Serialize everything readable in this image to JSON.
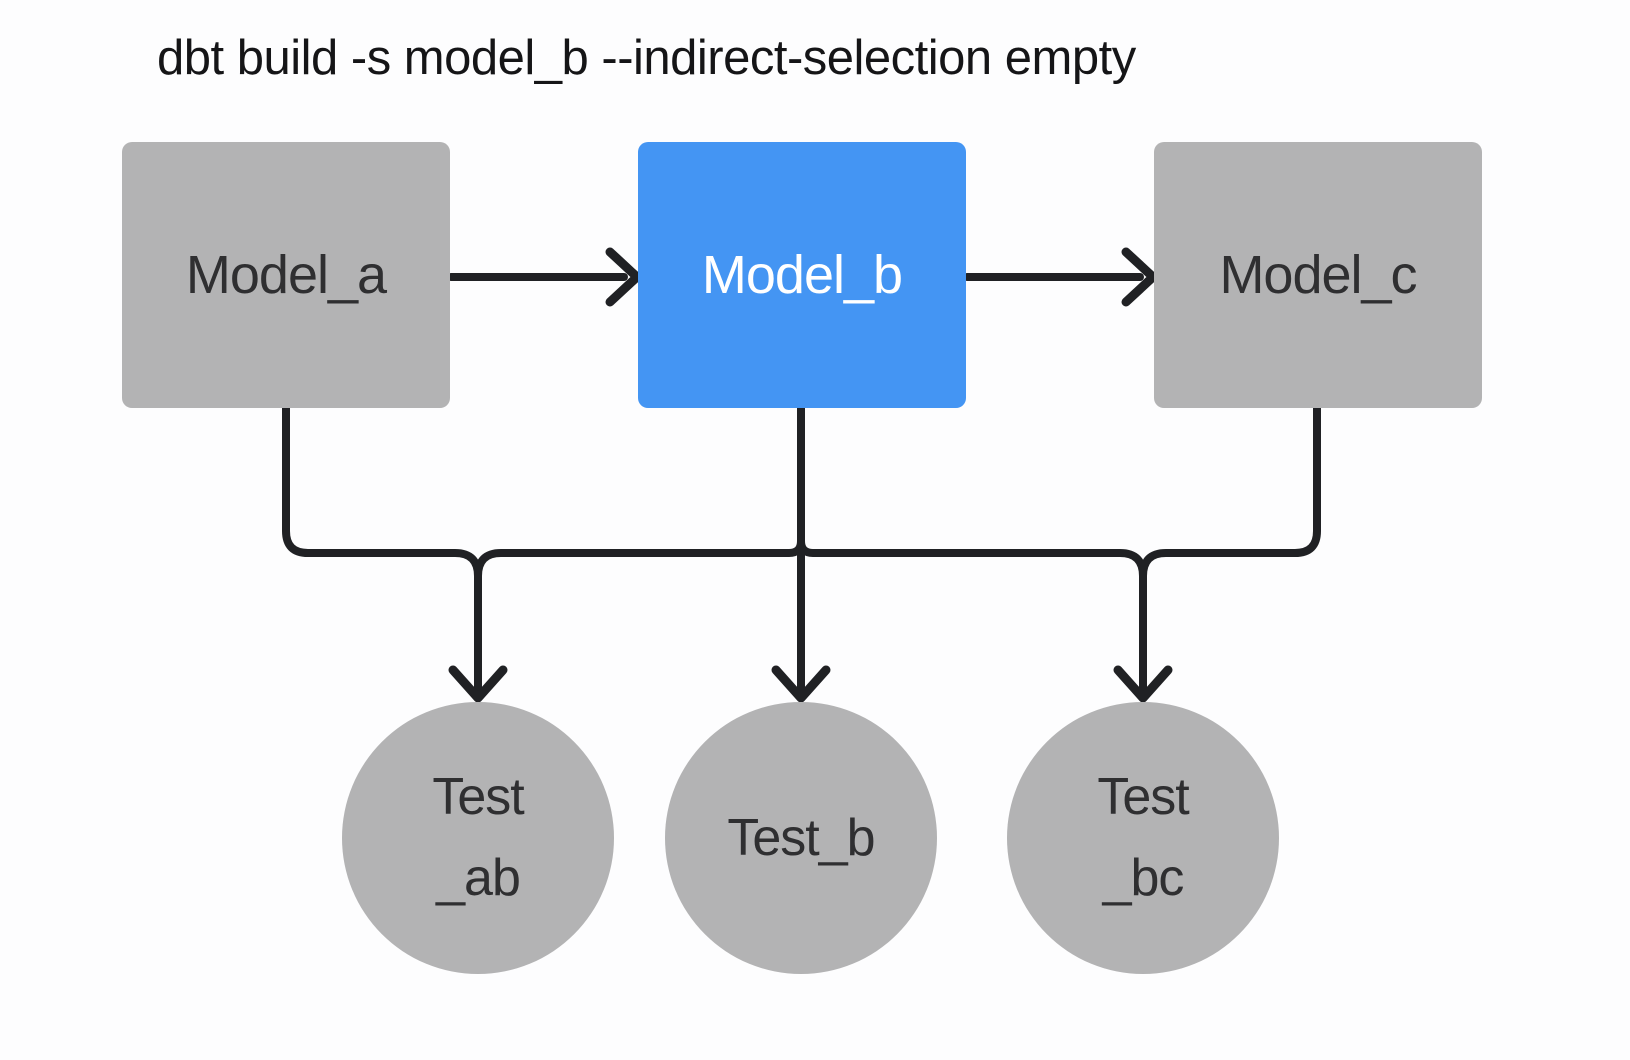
{
  "title": "dbt build -s model_b --indirect-selection empty",
  "colors": {
    "bg_color": "#fdfdfe",
    "title_color": "#151517",
    "edge_color": "#202124",
    "selected_fill": "#4495f3",
    "selected_text": "#ffffff",
    "unselected_fill": "#b3b3b4",
    "unselected_text": "#2f2f31"
  },
  "nodes": {
    "model_a": {
      "label": "Model_a",
      "kind": "model",
      "state": "unselected"
    },
    "model_b": {
      "label": "Model_b",
      "kind": "model",
      "state": "selected"
    },
    "model_c": {
      "label": "Model_c",
      "kind": "model",
      "state": "unselected"
    },
    "test_ab": {
      "label_lines": [
        "Test",
        "_ab"
      ],
      "kind": "test",
      "state": "unselected"
    },
    "test_b": {
      "label": "Test_b",
      "kind": "test",
      "state": "unselected"
    },
    "test_bc": {
      "label_lines": [
        "Test",
        "_bc"
      ],
      "kind": "test",
      "state": "unselected"
    }
  },
  "edges": [
    {
      "from": "model_a",
      "to": "model_b"
    },
    {
      "from": "model_b",
      "to": "model_c"
    },
    {
      "from": "model_a",
      "to": "test_ab"
    },
    {
      "from": "model_b",
      "to": "test_ab"
    },
    {
      "from": "model_b",
      "to": "test_b"
    },
    {
      "from": "model_b",
      "to": "test_bc"
    },
    {
      "from": "model_c",
      "to": "test_bc"
    }
  ]
}
